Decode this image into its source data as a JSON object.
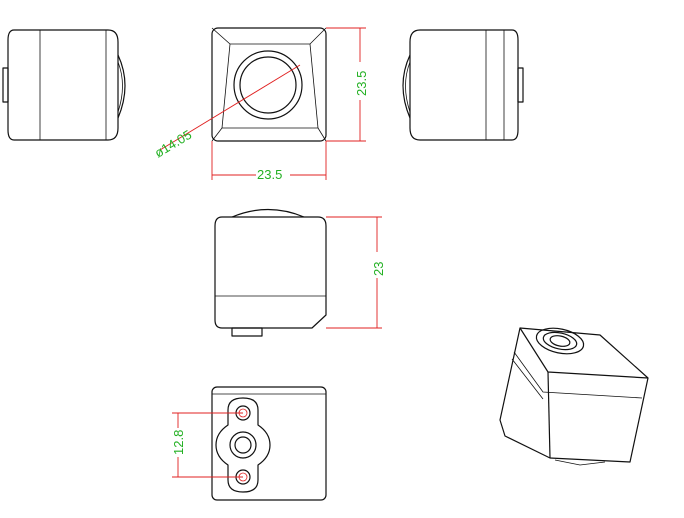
{
  "dimensions": {
    "top_width": "23.5",
    "top_height": "23.5",
    "lens_diameter": "ø14.05",
    "front_height": "23",
    "bottom_hole_spacing": "12.8"
  },
  "colors": {
    "outline": "#111111",
    "dimension_line": "#e02020",
    "dimension_text": "#22b022"
  }
}
